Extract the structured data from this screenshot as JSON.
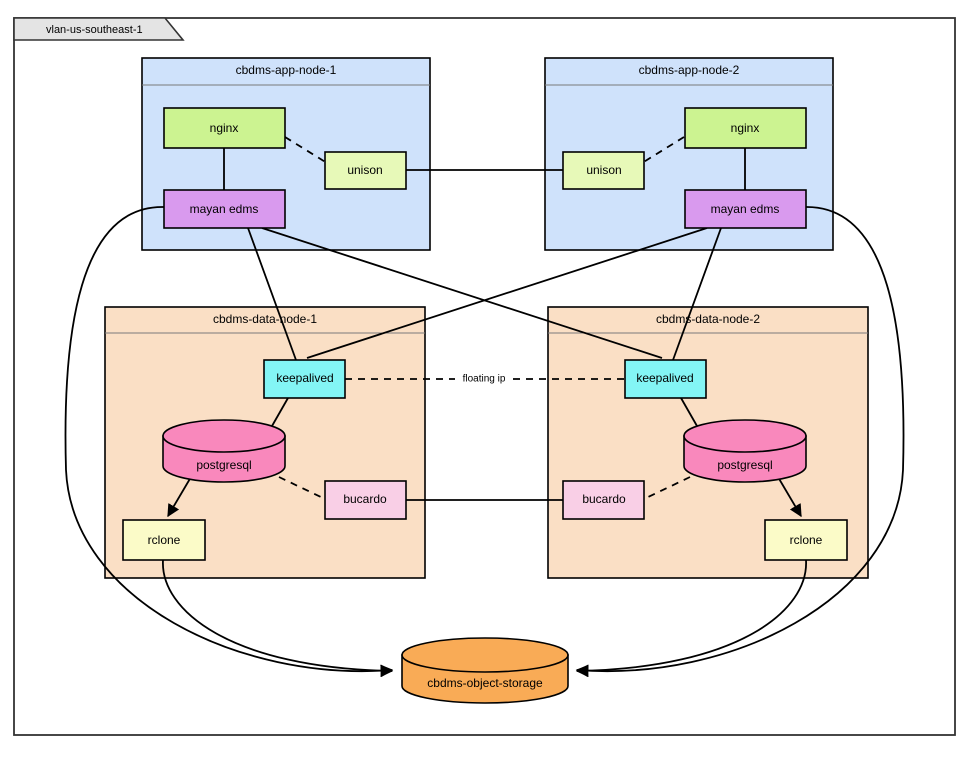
{
  "diagram": {
    "title": "vlan-us-southeast-1",
    "type": "deployment-architecture",
    "vlan": {
      "label": "vlan-us-southeast-1"
    },
    "colors": {
      "app_node_fill": "#cfe2fb",
      "data_node_fill": "#fadfc5",
      "nginx_fill": "#ccf391",
      "unison_fill": "#e7f9b8",
      "mayan_fill": "#d99aee",
      "keepalived_fill": "#83f5f5",
      "postgresql_fill": "#f988bc",
      "bucardo_fill": "#f9cfe6",
      "rclone_fill": "#fbfbc8",
      "object_storage_fill": "#f9ab56",
      "frame_fill": "#ffffff",
      "tab_fill": "#e4e4e4",
      "stroke": "#000000"
    },
    "groups": [
      {
        "id": "app-node-1",
        "label": "cbdms-app-node-1",
        "kind": "app-node",
        "nodes": [
          {
            "id": "nginx-1",
            "label": "nginx",
            "shape": "rect"
          },
          {
            "id": "unison-1",
            "label": "unison",
            "shape": "rect"
          },
          {
            "id": "mayan-1",
            "label": "mayan edms",
            "shape": "rect"
          }
        ]
      },
      {
        "id": "app-node-2",
        "label": "cbdms-app-node-2",
        "kind": "app-node",
        "nodes": [
          {
            "id": "nginx-2",
            "label": "nginx",
            "shape": "rect"
          },
          {
            "id": "unison-2",
            "label": "unison",
            "shape": "rect"
          },
          {
            "id": "mayan-2",
            "label": "mayan edms",
            "shape": "rect"
          }
        ]
      },
      {
        "id": "data-node-1",
        "label": "cbdms-data-node-1",
        "kind": "data-node",
        "nodes": [
          {
            "id": "keepalived-1",
            "label": "keepalived",
            "shape": "rect"
          },
          {
            "id": "postgresql-1",
            "label": "postgresql",
            "shape": "cylinder"
          },
          {
            "id": "bucardo-1",
            "label": "bucardo",
            "shape": "rect"
          },
          {
            "id": "rclone-1",
            "label": "rclone",
            "shape": "rect"
          }
        ]
      },
      {
        "id": "data-node-2",
        "label": "cbdms-data-node-2",
        "kind": "data-node",
        "nodes": [
          {
            "id": "keepalived-2",
            "label": "keepalived",
            "shape": "rect"
          },
          {
            "id": "postgresql-2",
            "label": "postgresql",
            "shape": "cylinder"
          },
          {
            "id": "bucardo-2",
            "label": "bucardo",
            "shape": "rect"
          },
          {
            "id": "rclone-2",
            "label": "rclone",
            "shape": "rect"
          }
        ]
      }
    ],
    "standalone_nodes": [
      {
        "id": "object-storage",
        "label": "cbdms-object-storage",
        "shape": "cylinder"
      }
    ],
    "edges": [
      {
        "from": "nginx-1",
        "to": "mayan-1",
        "style": "solid",
        "label": ""
      },
      {
        "from": "nginx-1",
        "to": "unison-1",
        "style": "dashed",
        "label": ""
      },
      {
        "from": "nginx-2",
        "to": "mayan-2",
        "style": "solid",
        "label": ""
      },
      {
        "from": "nginx-2",
        "to": "unison-2",
        "style": "dashed",
        "label": ""
      },
      {
        "from": "unison-1",
        "to": "unison-2",
        "style": "solid",
        "label": ""
      },
      {
        "from": "mayan-1",
        "to": "keepalived-1",
        "style": "solid",
        "label": ""
      },
      {
        "from": "mayan-1",
        "to": "keepalived-2",
        "style": "solid",
        "label": ""
      },
      {
        "from": "mayan-2",
        "to": "keepalived-2",
        "style": "solid",
        "label": ""
      },
      {
        "from": "mayan-2",
        "to": "keepalived-1",
        "style": "solid",
        "label": ""
      },
      {
        "from": "keepalived-1",
        "to": "keepalived-2",
        "style": "dashed",
        "label": "floating ip"
      },
      {
        "from": "keepalived-1",
        "to": "postgresql-1",
        "style": "solid",
        "label": ""
      },
      {
        "from": "keepalived-2",
        "to": "postgresql-2",
        "style": "solid",
        "label": ""
      },
      {
        "from": "postgresql-1",
        "to": "bucardo-1",
        "style": "dashed",
        "label": ""
      },
      {
        "from": "postgresql-2",
        "to": "bucardo-2",
        "style": "dashed",
        "label": ""
      },
      {
        "from": "bucardo-1",
        "to": "bucardo-2",
        "style": "solid",
        "label": ""
      },
      {
        "from": "postgresql-1",
        "to": "rclone-1",
        "style": "solid",
        "label": "",
        "arrow": true
      },
      {
        "from": "postgresql-2",
        "to": "rclone-2",
        "style": "solid",
        "label": "",
        "arrow": true
      },
      {
        "from": "rclone-1",
        "to": "object-storage",
        "style": "solid",
        "label": "",
        "arrow": true
      },
      {
        "from": "rclone-2",
        "to": "object-storage",
        "style": "solid",
        "label": "",
        "arrow": true
      },
      {
        "from": "mayan-1",
        "to": "object-storage",
        "style": "solid",
        "label": "",
        "arrow": true
      },
      {
        "from": "mayan-2",
        "to": "object-storage",
        "style": "solid",
        "label": "",
        "arrow": true
      }
    ],
    "edge_labels": {
      "floating_ip": "floating ip"
    }
  }
}
